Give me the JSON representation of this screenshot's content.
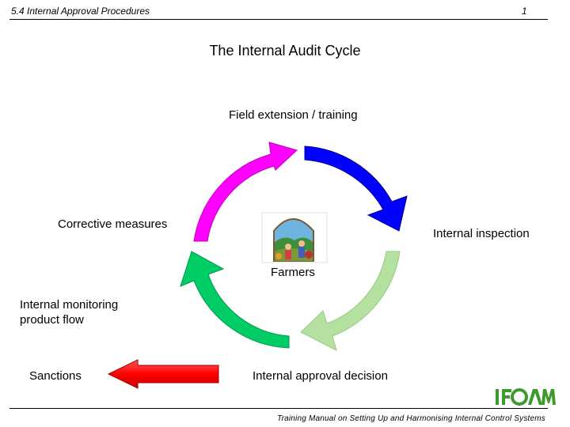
{
  "header": {
    "section": "5.4 Internal Approval Procedures",
    "page_number": "1"
  },
  "title": "The Internal Audit Cycle",
  "cycle": {
    "top": "Field extension / training",
    "right": "Internal inspection",
    "bottom": "Internal approval decision",
    "left": "Corrective measures",
    "center": "Farmers"
  },
  "side_notes": {
    "monitoring_line1": "Internal monitoring",
    "monitoring_line2": "product flow",
    "sanctions": "Sanctions"
  },
  "colors": {
    "arrow_top_left": "#ff00ff",
    "arrow_top_right": "#0000ff",
    "arrow_bottom_right": "#b4e0a0",
    "arrow_bottom_left": "#00cc66",
    "sanctions_arrow": "#ff0000",
    "logo_green": "#3e9a2c"
  },
  "icons": {
    "center_image": "farmers-illustration-icon",
    "logo": "ifoam-logo-icon"
  },
  "footer": {
    "text": "Training Manual on Setting Up and Harmonising Internal Control Systems",
    "logo_text": "IFOAM"
  }
}
